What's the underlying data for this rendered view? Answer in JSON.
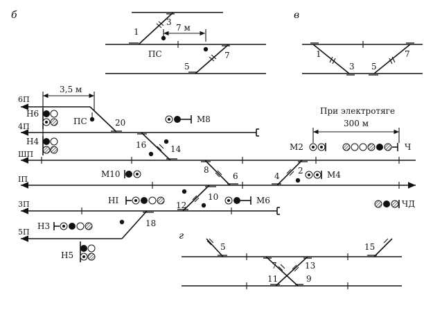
{
  "panels": {
    "b": "б",
    "v": "в",
    "g": "г"
  },
  "tracks": {
    "t6": "6П",
    "t4": "4П",
    "t3roman": "ШП",
    "t2roman": "IП",
    "t3": "3П",
    "t5": "5П"
  },
  "switches": {
    "p1": "1",
    "p3": "3",
    "p5": "5",
    "p7": "7",
    "v1": "1",
    "v3": "3",
    "v5": "5",
    "v7": "7",
    "m20": "20",
    "m16": "16",
    "m14": "14",
    "m8": "8",
    "m6": "6",
    "m4": "4",
    "m2": "2",
    "m12": "12",
    "m10": "10",
    "m18": "18",
    "g5": "5",
    "g15": "15",
    "g7": "7",
    "g13": "13",
    "g11": "11",
    "g9": "9"
  },
  "signals": {
    "n6": "Н6",
    "n4": "Н4",
    "n3": "Н3",
    "n5": "Н5",
    "ni": "НI",
    "m8": "М8",
    "m10": "М10",
    "m6": "М6",
    "m2": "М2",
    "m4": "М4",
    "ch": "Ч",
    "chd": "ЧД"
  },
  "labels": {
    "ps_top": "ПС",
    "ps_main": "ПС",
    "dim_top": "7 м",
    "dim_left": "3,5 м",
    "dim_right": "300 м",
    "electric_note": "При электротяге"
  }
}
